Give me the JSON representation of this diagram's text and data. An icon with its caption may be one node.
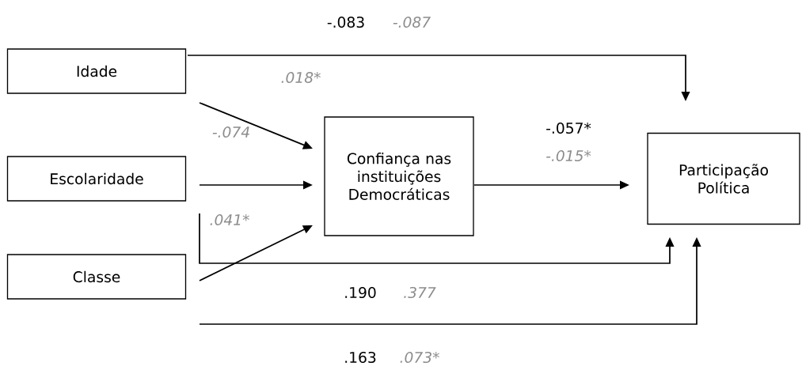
{
  "diagram": {
    "nodes": [
      {
        "text": [
          "Idade"
        ]
      },
      {
        "text": [
          "Escolaridade"
        ]
      },
      {
        "text": [
          "Classe"
        ]
      },
      {
        "text": [
          "Confiança nas instituições Democráticas"
        ]
      },
      {
        "text": [
          "Participação Política"
        ]
      }
    ],
    "edges": [
      {
        "from": 0,
        "to": 4,
        "arrow": "to",
        "label": "-.083"
      },
      {
        "from": 0,
        "to": 3,
        "arrow": "to"
      },
      {
        "from": 1,
        "to": 3,
        "arrow": "to"
      },
      {
        "from": 2,
        "to": 3,
        "arrow": "to"
      },
      {
        "from": 3,
        "to": 4,
        "arrow": "to",
        "label": "-.057*"
      },
      {
        "from": 1,
        "to": 4,
        "arrow": "to",
        "label": ".190"
      },
      {
        "from": 2,
        "to": 4,
        "arrow": "to",
        "label": ".163"
      }
    ],
    "labels": [
      "-.087",
      ".018*",
      "-.074",
      "-.015*",
      ".041*",
      ".377",
      ".073*"
    ]
  }
}
